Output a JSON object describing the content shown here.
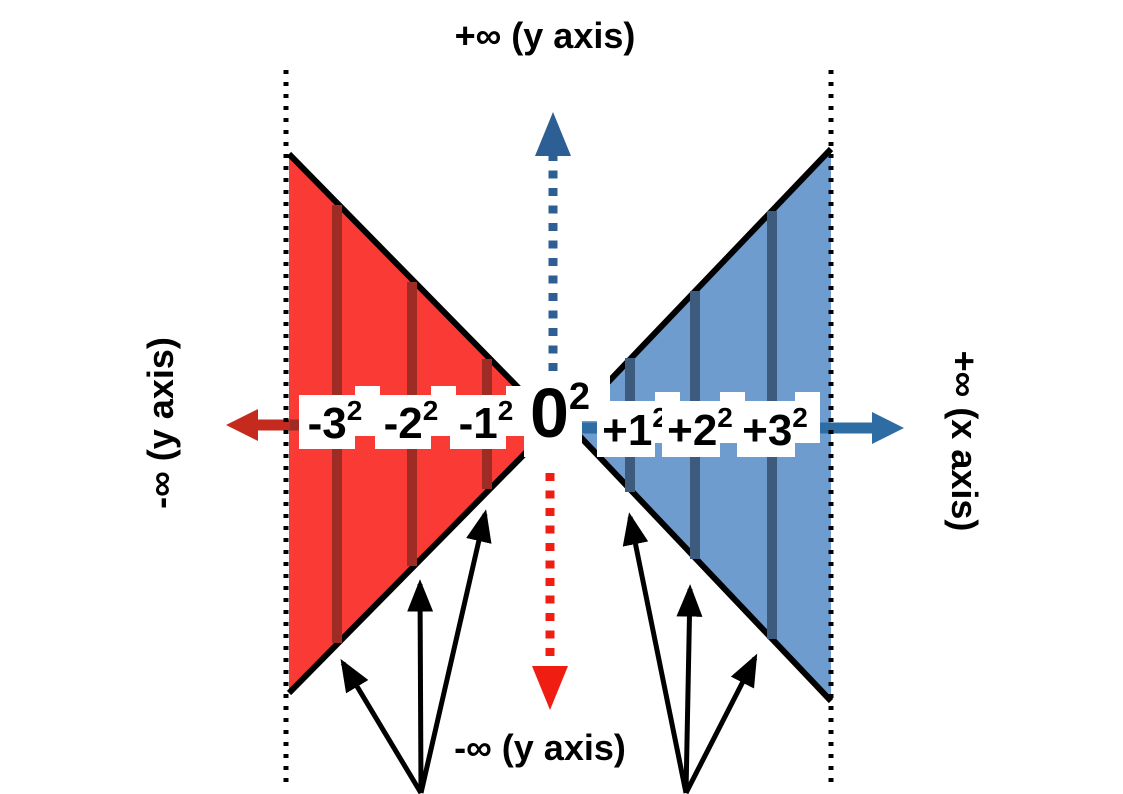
{
  "diagram": {
    "top_label": "+∞ (y axis)",
    "left_label": "-∞ (y axis)",
    "right_label": "+∞ (x axis)",
    "bottom_label": "-∞ (y axis)",
    "center_tick": {
      "base": "0",
      "exp": "2"
    },
    "negative_ticks": [
      {
        "base": "-3",
        "exp": "2"
      },
      {
        "base": "-2",
        "exp": "2"
      },
      {
        "base": "-1",
        "exp": "2"
      }
    ],
    "positive_ticks": [
      {
        "base": "+1",
        "exp": "2"
      },
      {
        "base": "+2",
        "exp": "2"
      },
      {
        "base": "+3",
        "exp": "2"
      }
    ]
  },
  "colors": {
    "red_fill": "#fa3b35",
    "red_line": "#9e2b24",
    "red_axis_arrow": "#c42a1d",
    "red_dotted_arrow": "#f01d12",
    "blue_fill": "#6f9cce",
    "blue_line": "#3d5c7d",
    "blue_axis_arrow": "#2e6da4",
    "blue_dotted_arrow": "#2d5f94",
    "outline": "#000000",
    "label_bg": "#ffffff"
  }
}
